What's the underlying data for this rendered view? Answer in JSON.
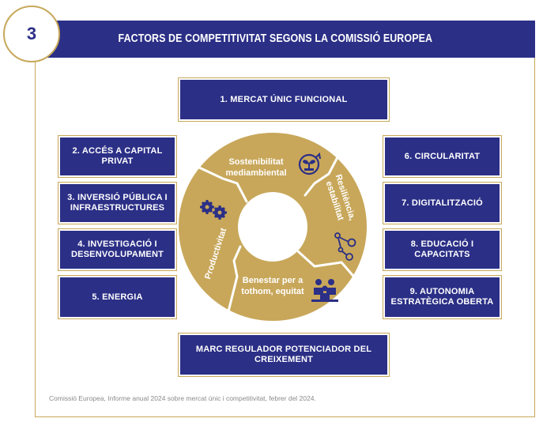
{
  "badge": {
    "number": "3"
  },
  "header": {
    "title": "FACTORS DE COMPETITIVITAT SEGONS LA COMISSIÓ EUROPEA"
  },
  "boxes": {
    "top": "1. MERCAT ÚNIC FUNCIONAL",
    "left": [
      "2. ACCÉS A CAPITAL PRIVAT",
      "3. INVERSIÓ PÚBLICA I INFRAESTRUCTURES",
      "4. INVESTIGACIÓ I DESENVOLUPAMENT",
      "5. ENERGIA"
    ],
    "right": [
      "6. CIRCULARITAT",
      "7. DIGITALITZACIÓ",
      "8. EDUCACIÓ I CAPACITATS",
      "9. AUTONOMIA ESTRATÈGICA OBERTA"
    ],
    "bottom": "MARC REGULADOR POTENCIADOR DEL CREIXEMENT"
  },
  "ring": {
    "segments": {
      "sustainability": "Sostenibilitat mediambiental",
      "resilience": "Resiliència, estabilitat",
      "wellbeing": "Benestar per a tothom, equitat",
      "productivity": "Productivitat"
    },
    "icons": [
      "plant-cycle-icon",
      "network-nodes-icon",
      "people-group-icon",
      "gears-icon"
    ]
  },
  "colors": {
    "navy": "#2b2f86",
    "gold": "#c8a75a",
    "gold_dark": "#b8974c"
  },
  "footnote": "Comissió Europea, Informe anual 2024 sobre mercat únic i competitivitat, febrer del 2024."
}
